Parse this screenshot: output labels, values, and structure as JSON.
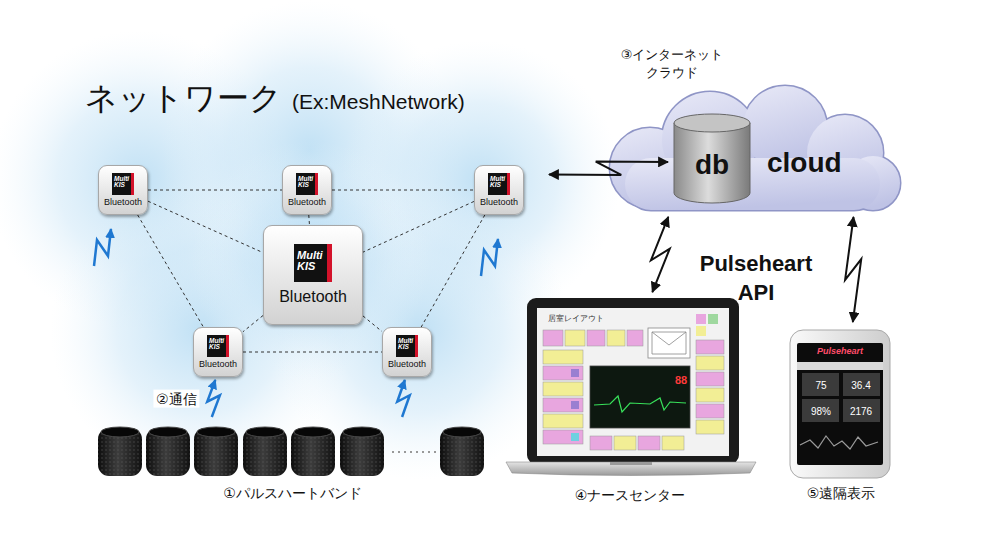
{
  "diagram": {
    "nodes": [
      {
        "text": [
          "ネットワーク",
          "(Ex:MeshNetwork)"
        ]
      },
      {
        "text": [
          "Multi KIS",
          "Bluetooth"
        ],
        "in": 0
      },
      {
        "text": [
          "Multi KIS",
          "Bluetooth"
        ],
        "in": 0
      },
      {
        "text": [
          "Multi KIS",
          "Bluetooth"
        ],
        "in": 0
      },
      {
        "text": [
          "Multi KIS",
          "Bluetooth"
        ],
        "in": 0
      },
      {
        "text": [
          "Multi KIS",
          "Bluetooth"
        ],
        "in": 0
      },
      {
        "text": [
          "Multi KIS",
          "Bluetooth"
        ],
        "in": 0
      },
      {
        "text": [
          "③インターネット クラウド",
          "cloud"
        ]
      },
      {
        "text": [
          "db"
        ],
        "in": 7
      },
      {
        "text": [
          "④ナースセンター"
        ]
      },
      {
        "text": [
          "⑤遠隔表示"
        ]
      },
      {
        "text": [
          "①パルスハートバンド"
        ]
      }
    ],
    "edges": [
      {
        "from": 1,
        "to": 2,
        "arrow": "none"
      },
      {
        "from": 2,
        "to": 3,
        "arrow": "none"
      },
      {
        "from": 1,
        "to": 4,
        "arrow": "none"
      },
      {
        "from": 2,
        "to": 4,
        "arrow": "none"
      },
      {
        "from": 3,
        "to": 4,
        "arrow": "none"
      },
      {
        "from": 1,
        "to": 5,
        "arrow": "none"
      },
      {
        "from": 3,
        "to": 6,
        "arrow": "none"
      },
      {
        "from": 4,
        "to": 5,
        "arrow": "none"
      },
      {
        "from": 4,
        "to": 6,
        "arrow": "none"
      },
      {
        "from": 5,
        "to": 6,
        "arrow": "none"
      },
      {
        "from": 0,
        "to": 8,
        "arrow": "both"
      },
      {
        "from": 7,
        "to": 9,
        "arrow": "both"
      },
      {
        "from": 7,
        "to": 10,
        "arrow": "both"
      },
      {
        "from": 11,
        "to": 5,
        "arrow": "to",
        "label": "②通信"
      },
      {
        "from": 11,
        "to": 6,
        "arrow": "to"
      }
    ],
    "labels": [
      "Pulseheart API",
      "居室レイアウト",
      "88",
      "Pulseheart",
      "75",
      "36.4",
      "98%",
      "2176"
    ]
  }
}
